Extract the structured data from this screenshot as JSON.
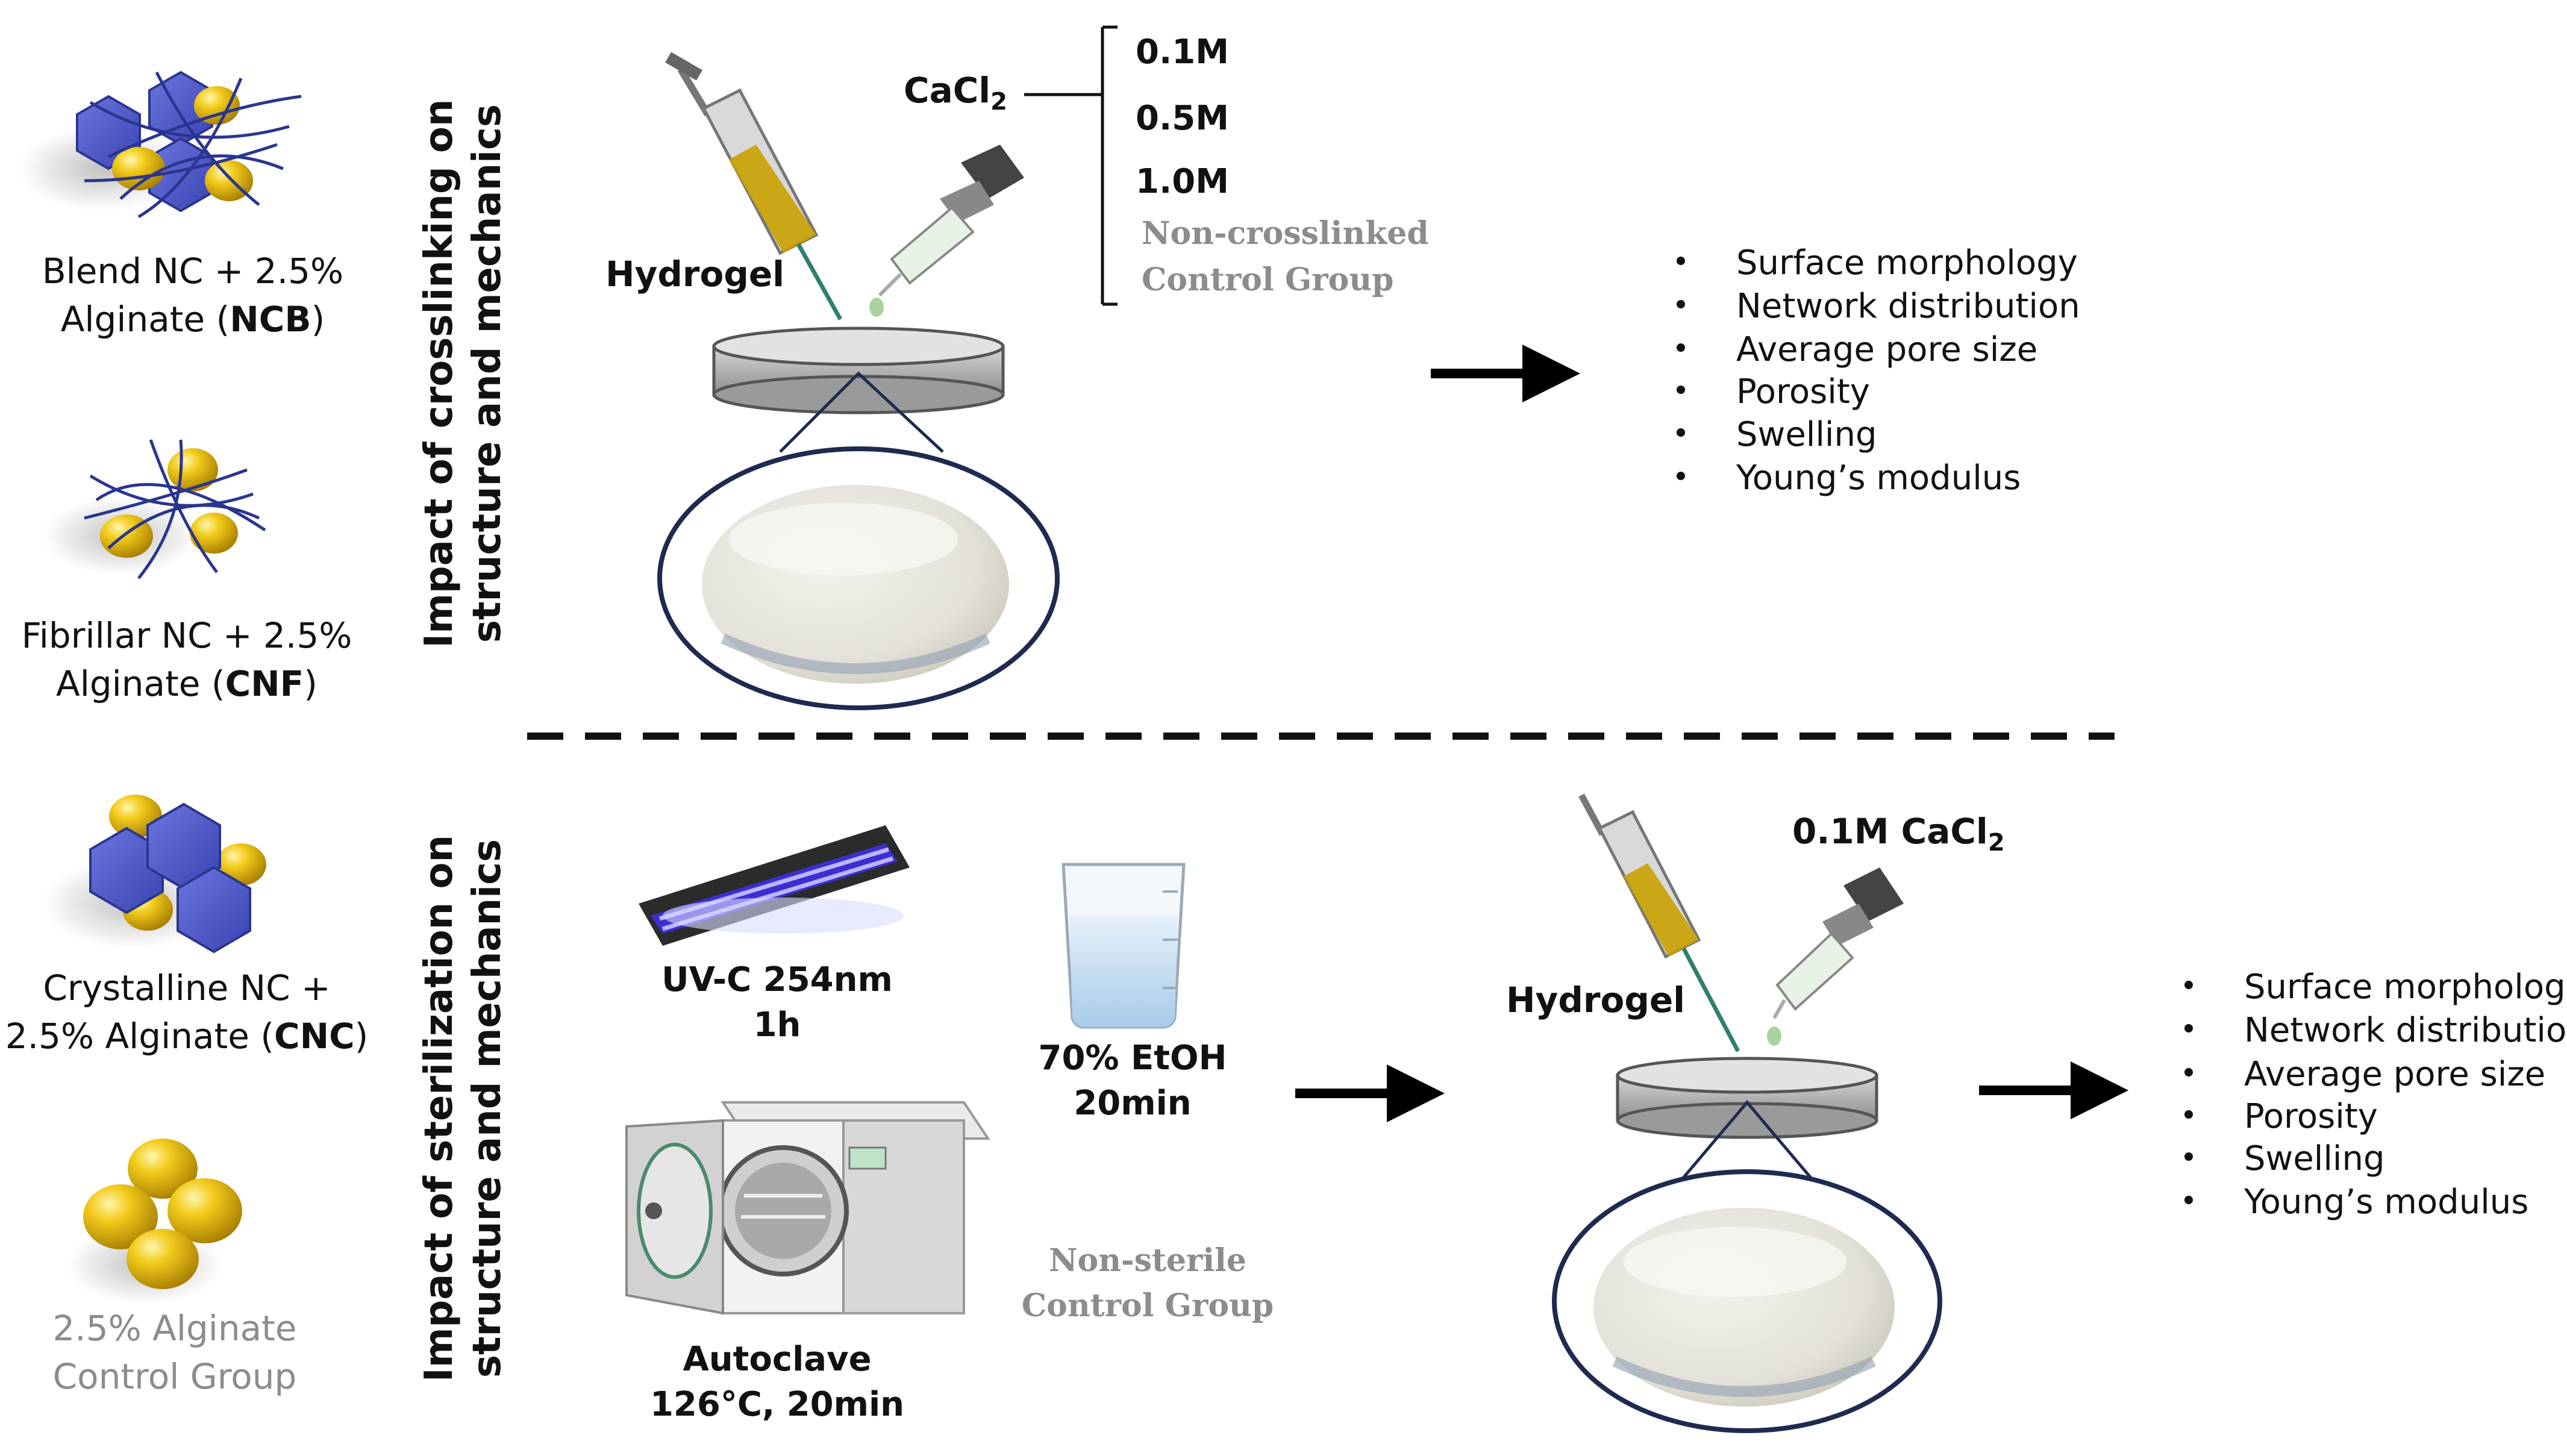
{
  "materials": [
    {
      "line1": "Blend NC + 2.5%",
      "line2_pre": "Alginate (",
      "line2_bold": "NCB",
      "line2_post": ")"
    },
    {
      "line1": "Fibrillar NC + 2.5%",
      "line2_pre": "Alginate (",
      "line2_bold": "CNF",
      "line2_post": ")"
    },
    {
      "line1": "Crystalline NC +",
      "line2_pre": "2.5% Alginate (",
      "line2_bold": "CNC",
      "line2_post": ")"
    },
    {
      "line1": "2.5% Alginate",
      "line2": "Control Group"
    }
  ],
  "sections": {
    "crosslinking": {
      "line1": "Impact of crosslinking on",
      "line2": "structure and mechanics"
    },
    "sterilization": {
      "line1": "Impact of sterilization on",
      "line2": "structure and mechanics"
    }
  },
  "top": {
    "hydrogel": "Hydrogel",
    "cacl2_main": "CaCl",
    "cacl2_sub": "2",
    "concentrations": [
      "0.1M",
      "0.5M",
      "1.0M"
    ],
    "control_line1": "Non-crosslinked",
    "control_line2": "Control Group"
  },
  "bottom": {
    "uv_line1": "UV-C 254nm",
    "uv_line2": "1h",
    "autoclave_line1": "Autoclave",
    "autoclave_line2": "126°C, 20min",
    "etoh_line1": "70% EtOH",
    "etoh_line2": "20min",
    "control_line1": "Non-sterile",
    "control_line2": "Control Group",
    "hydrogel": "Hydrogel",
    "cacl2_main": "0.1M CaCl",
    "cacl2_sub": "2"
  },
  "outputs": [
    "Surface morphology",
    "Network distribution",
    "Average pore size",
    "Porosity",
    "Swelling",
    "Young’s modulus"
  ],
  "colors": {
    "hexagon": "#4a55c8",
    "sphere": "#e0b400",
    "fiber": "#2a3590",
    "gray_text": "#8c8c8c",
    "arrow": "#000000"
  }
}
